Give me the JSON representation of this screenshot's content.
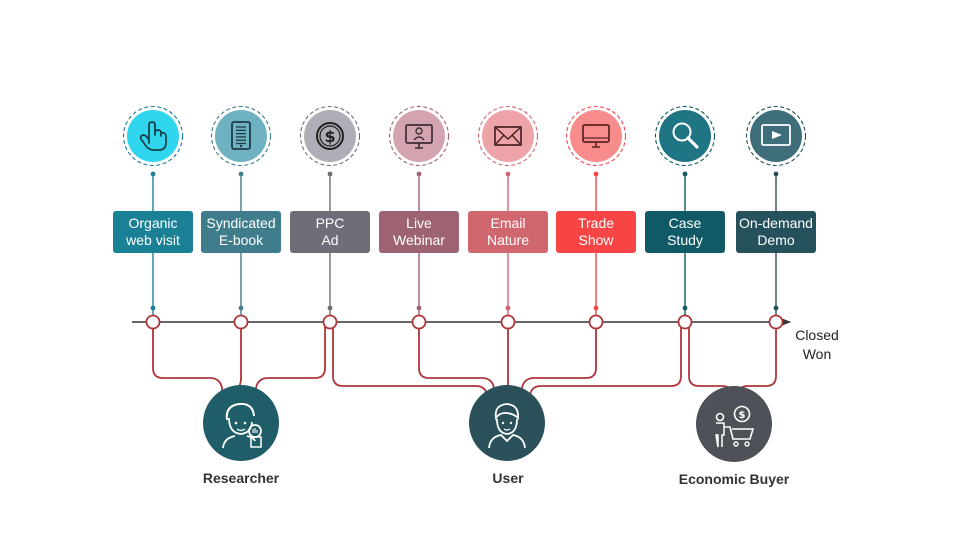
{
  "touchpoints": [
    {
      "line1": "Organic",
      "line2": "web visit",
      "icon": "hand-pointer-icon",
      "color": "#1a8096",
      "circle": "#2fd6ee"
    },
    {
      "line1": "Syndicated",
      "line2": "E-book",
      "icon": "ebook-reader-icon",
      "color": "#3f7d8c",
      "circle": "#6eb2c2"
    },
    {
      "line1": "PPC",
      "line2": "Ad",
      "icon": "dollar-coin-icon",
      "color": "#6e6e78",
      "circle": "#aeaeb6"
    },
    {
      "line1": "Live",
      "line2": "Webinar",
      "icon": "webinar-monitor-icon",
      "color": "#9e6372",
      "circle": "#d3a4b0"
    },
    {
      "line1": "Email",
      "line2": "Nature",
      "icon": "envelope-icon",
      "color": "#d0666e",
      "circle": "#eea3a8"
    },
    {
      "line1": "Trade",
      "line2": "Show",
      "icon": "display-monitor-icon",
      "color": "#f74545",
      "circle": "#f88c8c"
    },
    {
      "line1": "Case",
      "line2": "Study",
      "icon": "magnifier-icon",
      "color": "#0f5a66",
      "circle": "#1f7584"
    },
    {
      "line1": "On-demand",
      "line2": "Demo",
      "icon": "video-play-icon",
      "color": "#24515c",
      "circle": "#3e6e7a"
    }
  ],
  "end_label": {
    "line1": "Closed",
    "line2": "Won"
  },
  "personas": [
    {
      "name": "Researcher",
      "icon": "researcher-icon",
      "color": "#1f5e68"
    },
    {
      "name": "User",
      "icon": "user-icon",
      "color": "#2a505a"
    },
    {
      "name": "Economic Buyer",
      "icon": "economic-buyer-icon",
      "color": "#4e5258"
    }
  ],
  "colors": {
    "timeline": "#333333",
    "connector": "#b0353a",
    "node_fill": "#ffffff"
  }
}
